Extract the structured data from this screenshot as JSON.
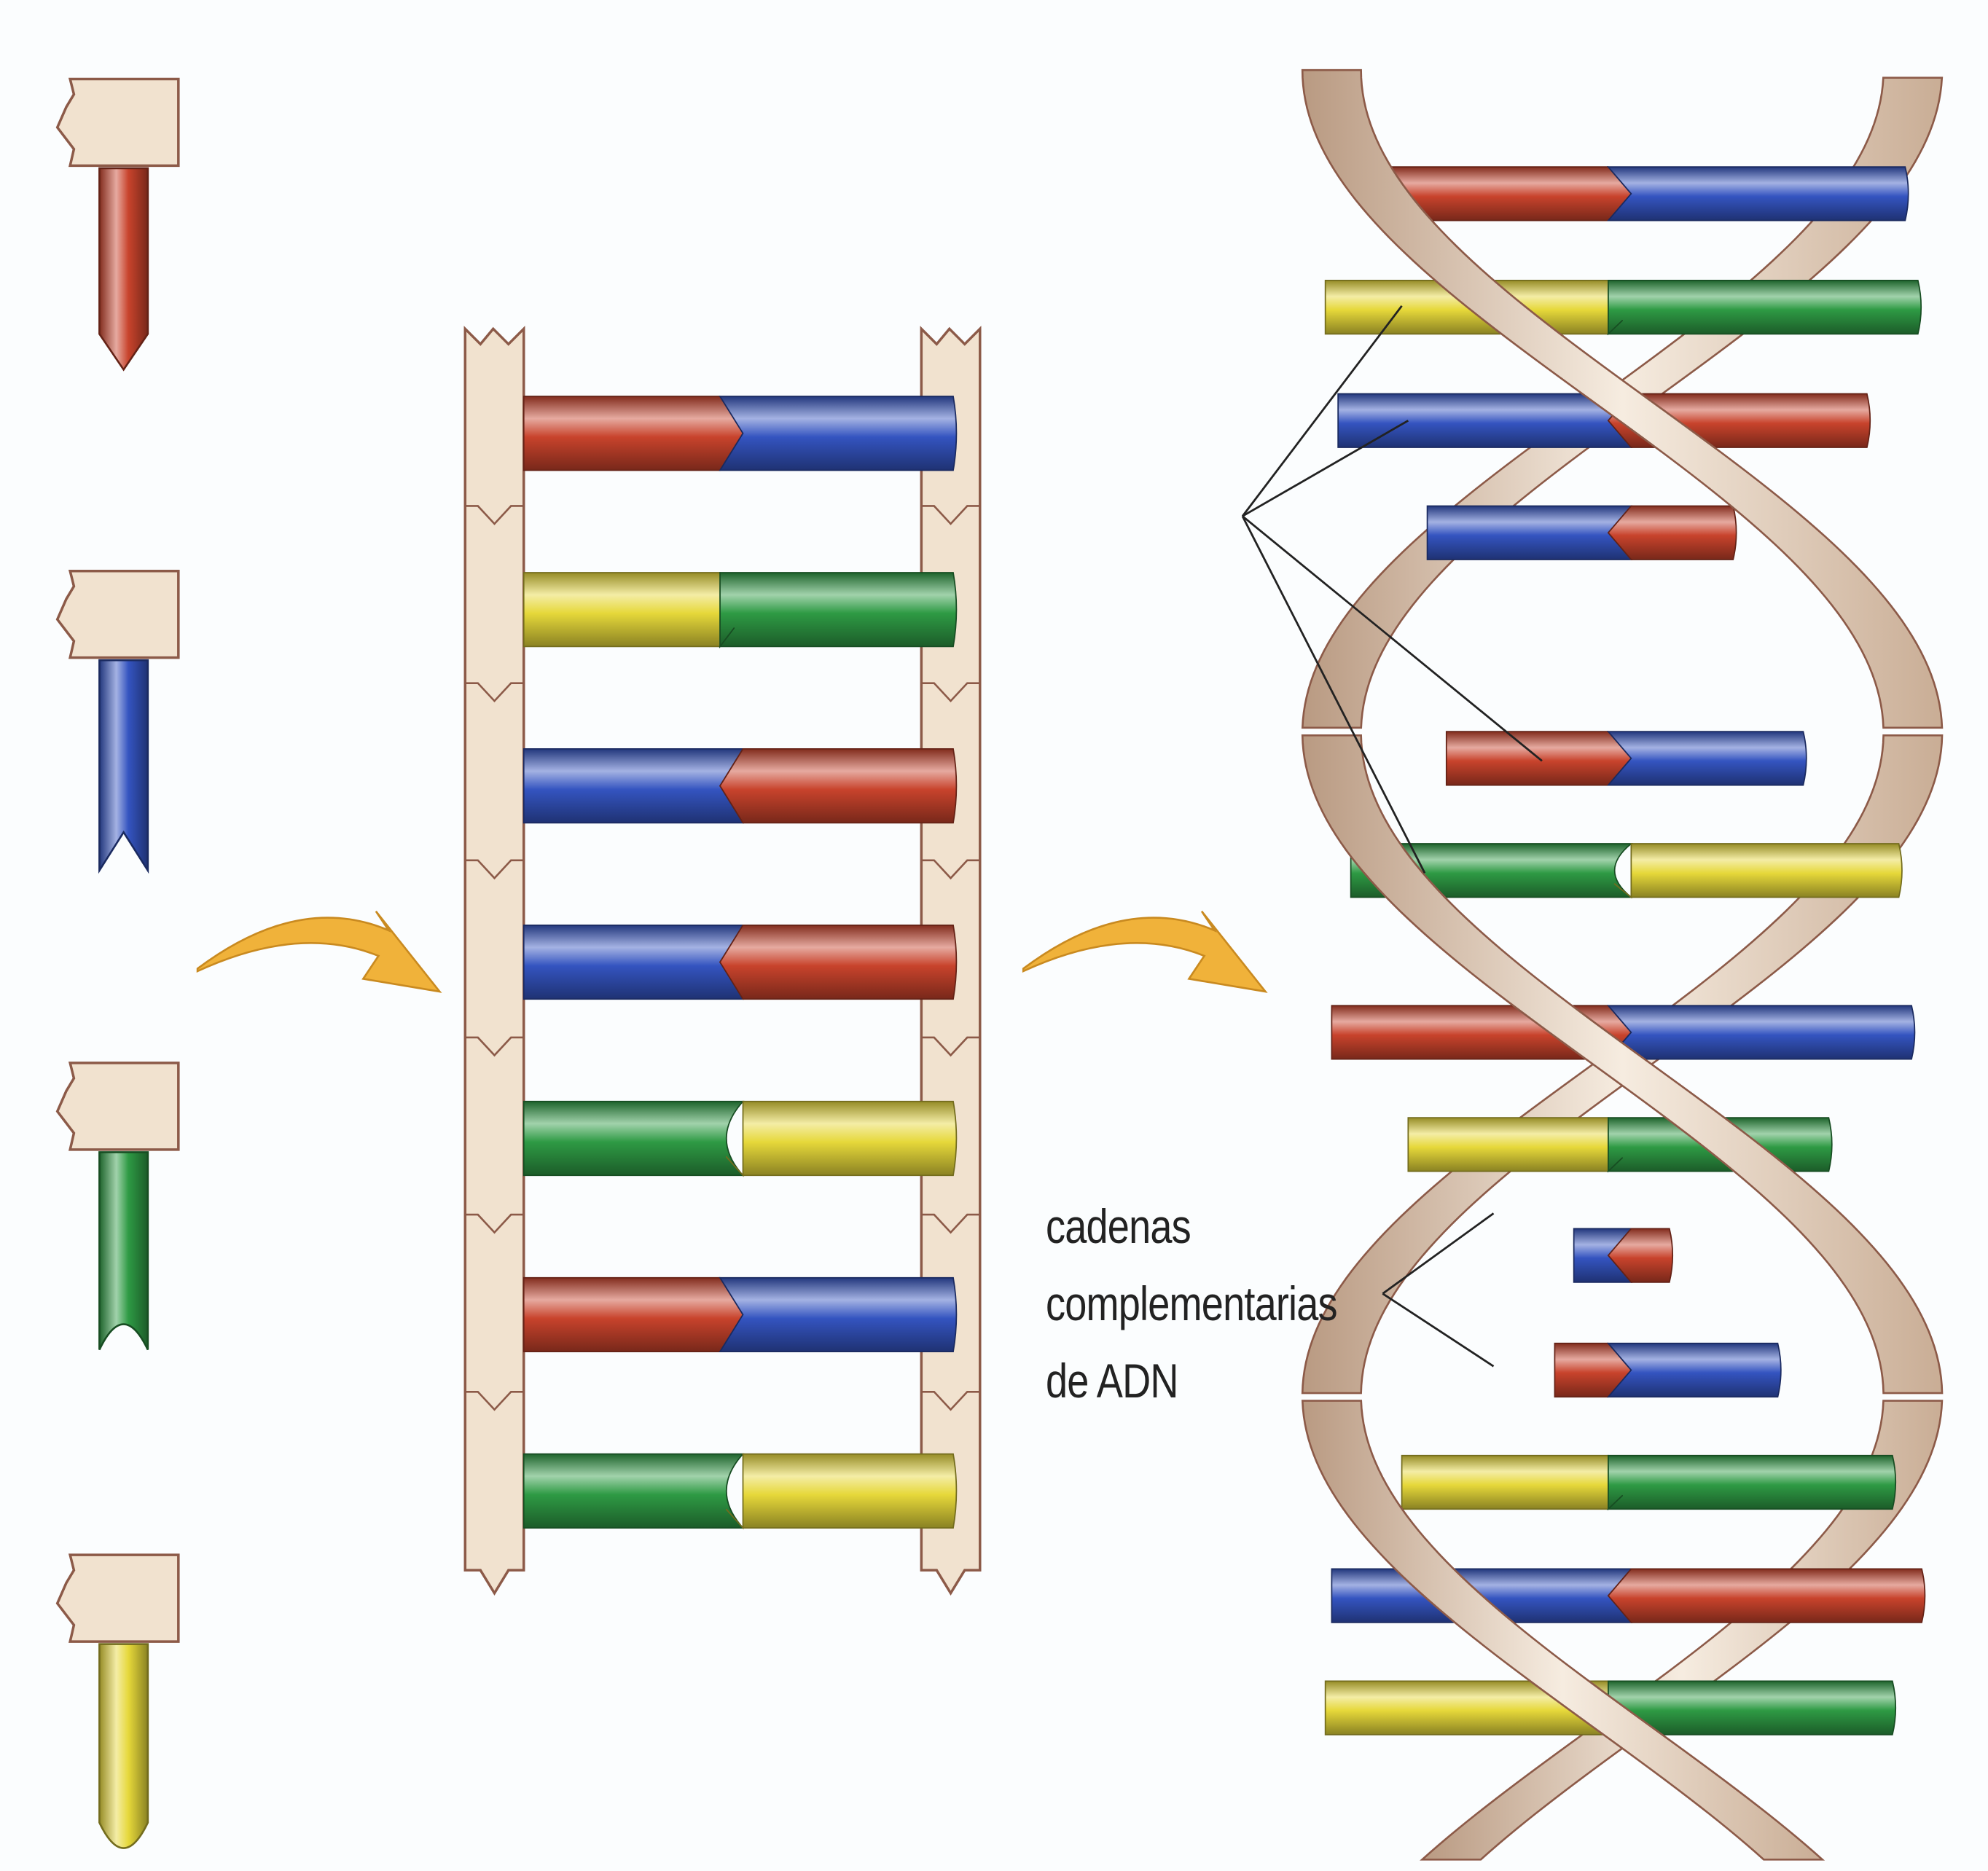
{
  "label": {
    "line1": "cadenas",
    "line2": "complementarias",
    "line3": "de ADN"
  },
  "colors": {
    "red": "#c8432c",
    "blue": "#3454c0",
    "green": "#2e9a44",
    "yellow": "#e6d83a",
    "backbone": "#f1e2cf",
    "backbone_edge": "#8c5a48",
    "arrow": "#f0b23a",
    "background": "#fbfdfe"
  },
  "nucleotides": [
    "red",
    "blue",
    "green",
    "yellow"
  ],
  "ladder_rungs": [
    [
      "red",
      "blue"
    ],
    [
      "yellow",
      "green"
    ],
    [
      "blue",
      "red"
    ],
    [
      "blue",
      "red"
    ],
    [
      "green",
      "yellow"
    ],
    [
      "red",
      "blue"
    ],
    [
      "green",
      "yellow"
    ]
  ],
  "helix_rungs": [
    [
      "red",
      "blue"
    ],
    [
      "yellow",
      "green"
    ],
    [
      "blue",
      "red"
    ],
    [
      "blue",
      "red"
    ],
    [
      "red",
      "blue"
    ],
    [
      "green",
      "yellow"
    ],
    [
      "red",
      "blue"
    ],
    [
      "yellow",
      "green"
    ],
    [
      "blue",
      "red"
    ],
    [
      "red",
      "blue"
    ],
    [
      "yellow",
      "green"
    ],
    [
      "blue",
      "red"
    ],
    [
      "yellow",
      "green"
    ]
  ]
}
